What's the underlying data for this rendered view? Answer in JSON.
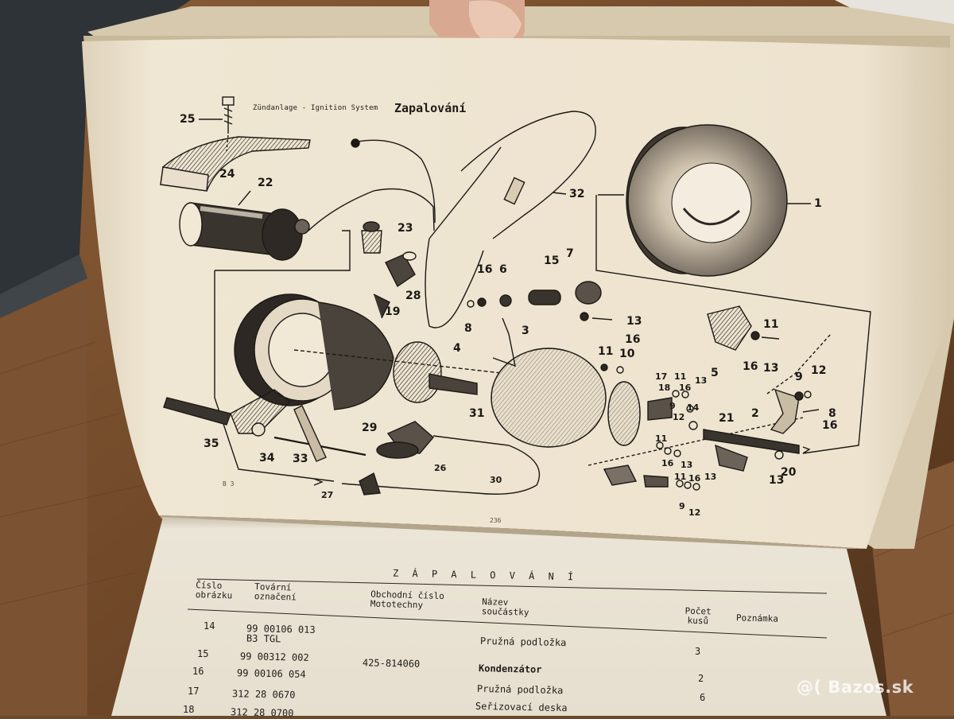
{
  "upper_page": {
    "header_small": "Zündanlage - Ignition System",
    "header_title": "Zapalování",
    "page_number": "236",
    "corner_mark": "B 3",
    "callouts": [
      "25",
      "24",
      "22",
      "23",
      "28",
      "32",
      "1",
      "15",
      "7",
      "16",
      "6",
      "8",
      "3",
      "19",
      "4",
      "11",
      "10",
      "17",
      "18",
      "9",
      "14",
      "13",
      "12",
      "5",
      "2",
      "21",
      "31",
      "29",
      "26",
      "30",
      "27",
      "35",
      "34",
      "33",
      "20"
    ]
  },
  "lower_page": {
    "section_title": "Z Á P A L O V Á N Í",
    "columns": [
      "Číslo obrázku",
      "Tovární označení",
      "Obchodní číslo Mototechny",
      "Název součástky",
      "Počet kusů",
      "Poznámka"
    ],
    "rows": [
      {
        "num": "14",
        "factory": "99 00106 013",
        "factory2": "B3 TGL",
        "trade": "",
        "name": "Pružná podložka",
        "qty": "3"
      },
      {
        "num": "15",
        "factory": "99 00312 002",
        "factory2": "",
        "trade": "425-814060",
        "name": "Kondenzátor",
        "qty": ""
      },
      {
        "num": "16",
        "factory": "99 00106 054",
        "factory2": "",
        "trade": "",
        "name": "Pružná podložka",
        "qty": "2"
      },
      {
        "num": "17",
        "factory": "312 28 0670",
        "factory2": "",
        "trade": "",
        "name": "Pružná podložka",
        "qty": "6"
      },
      {
        "num": "18",
        "factory": "312 28 0700",
        "factory2": "",
        "trade": "",
        "name": "Seřizovací deska",
        "qty": ""
      }
    ]
  },
  "watermark": "Bazos.sk",
  "colors": {
    "paper": "#f1e8d6",
    "paper_shadow": "#d9ccb2",
    "table": "#ece6d7",
    "ink": "#1c1914",
    "wood": "#7a5333",
    "fabric": "#2f3538"
  }
}
